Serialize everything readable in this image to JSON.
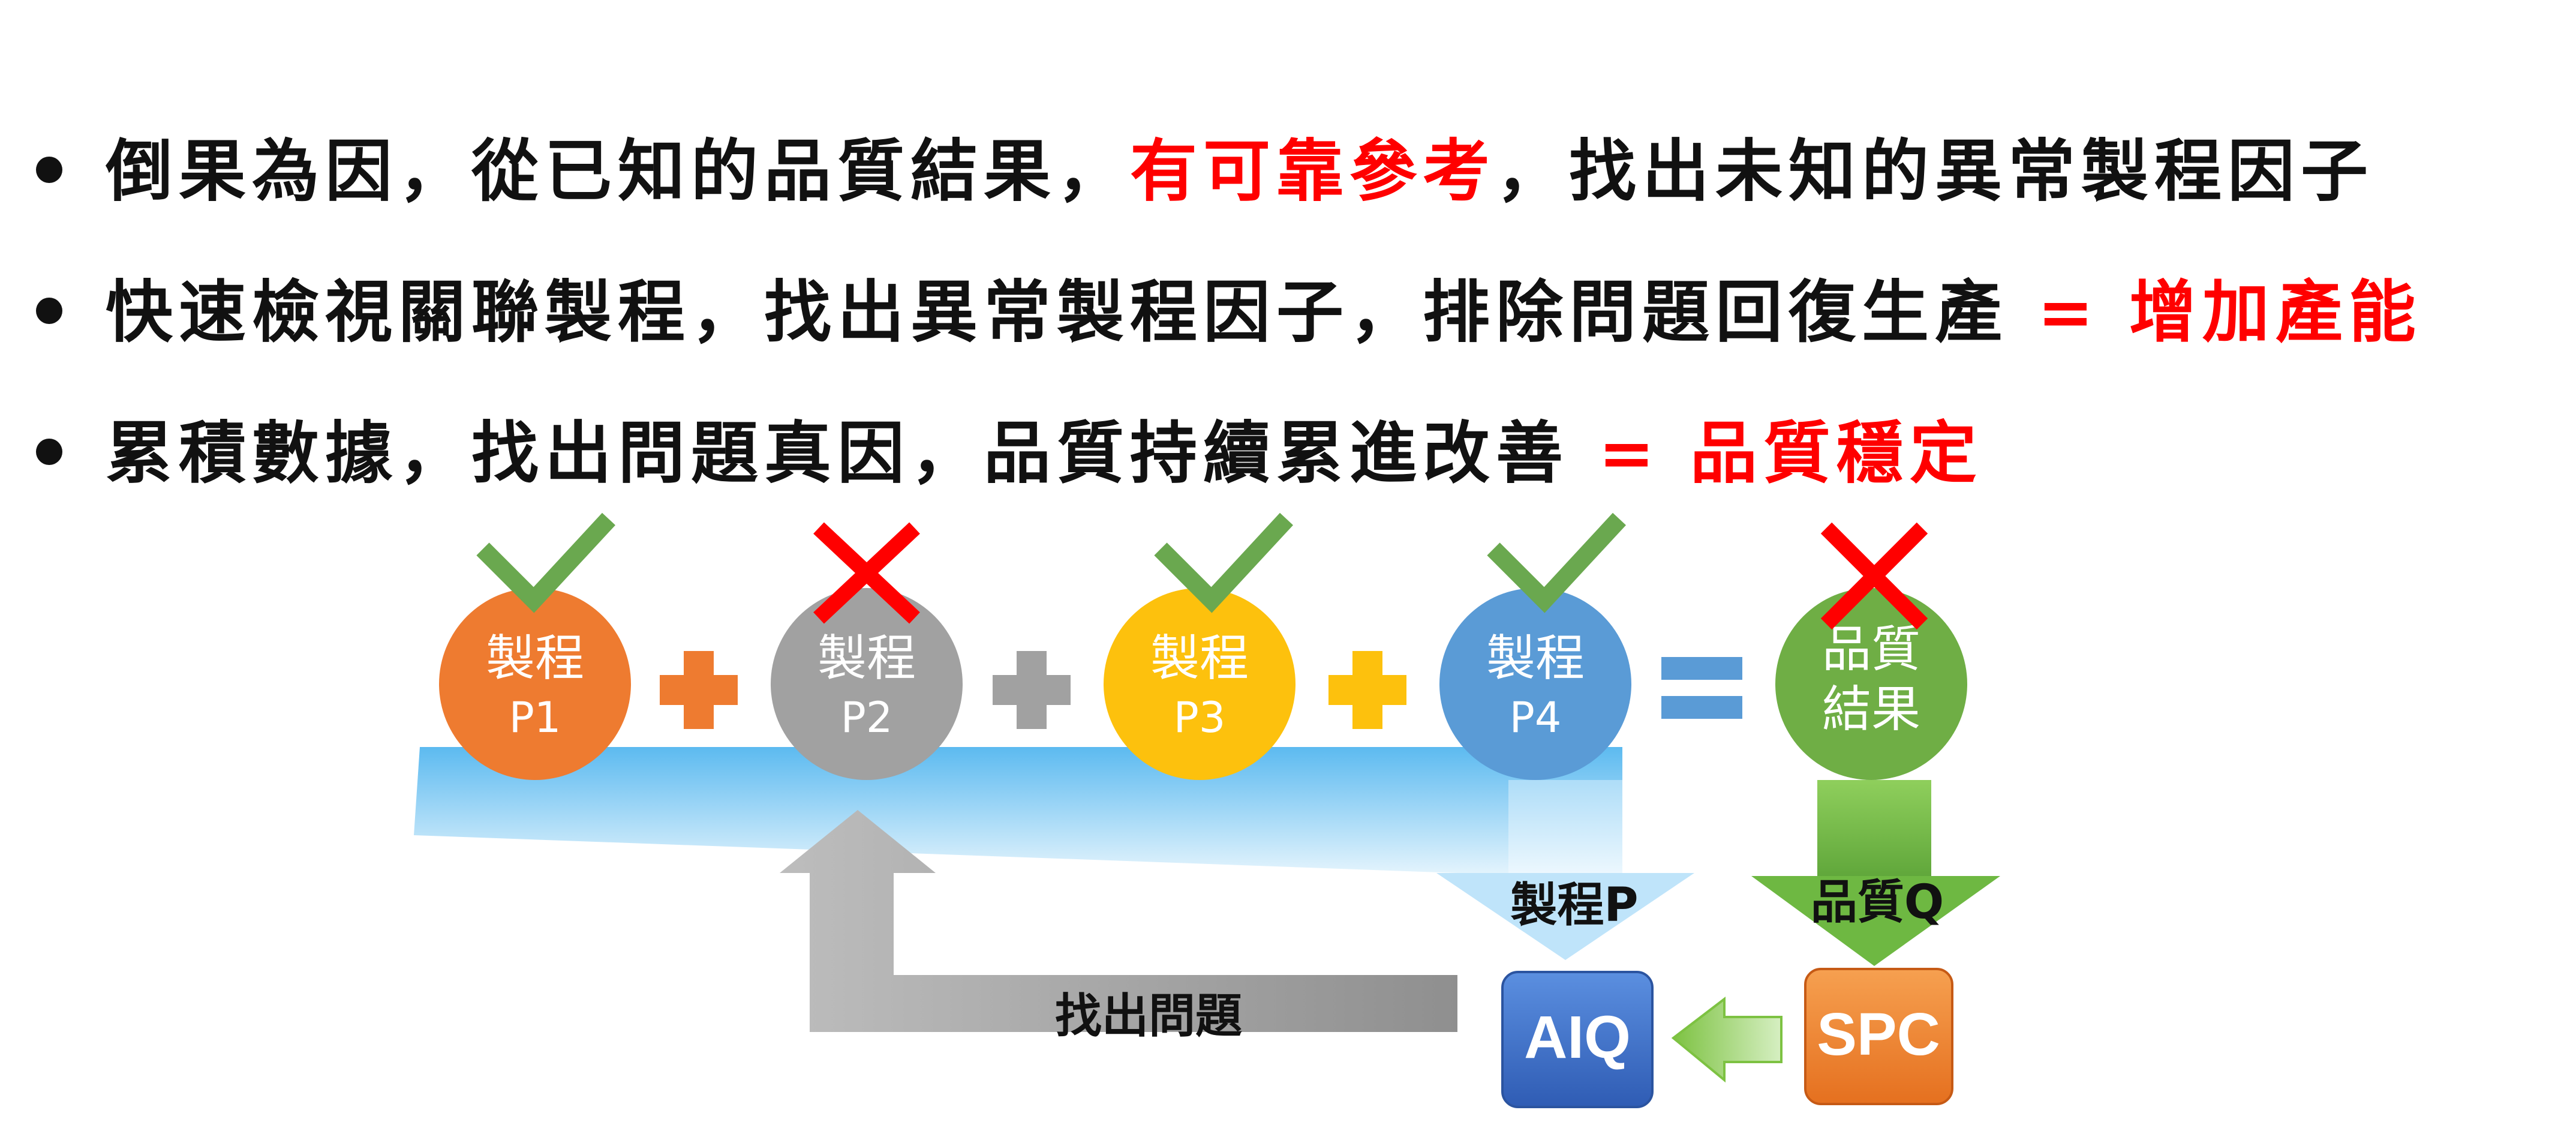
{
  "bullets": [
    {
      "segments": [
        {
          "text": "倒果為因，從已知的品質結果，",
          "color": "#111111"
        },
        {
          "text": "有可靠參考",
          "color": "#ff0000"
        },
        {
          "text": "，找出未知的異常製程因子",
          "color": "#111111"
        }
      ]
    },
    {
      "segments": [
        {
          "text": "快速檢視關聯製程，找出異常製程因子，排除問題回復生產",
          "color": "#111111"
        },
        {
          "text": " = 增加產能",
          "color": "#ff0000"
        }
      ]
    },
    {
      "segments": [
        {
          "text": "累積數據，找出問題真因，品質持續累進改善",
          "color": "#111111"
        },
        {
          "text": " = 品質穩定",
          "color": "#ff0000"
        }
      ]
    }
  ],
  "diagram": {
    "nodes": [
      {
        "line1": "製程",
        "line2": "P1",
        "color": "#ee7b30",
        "mark": "check"
      },
      {
        "line1": "製程",
        "line2": "P2",
        "color": "#a1a1a1",
        "mark": "cross"
      },
      {
        "line1": "製程",
        "line2": "P3",
        "color": "#fdc10d",
        "mark": "check"
      },
      {
        "line1": "製程",
        "line2": "P4",
        "color": "#5a9bd6",
        "mark": "check"
      },
      {
        "line1": "品質",
        "line2": "結果",
        "color": "#6fae45",
        "mark": "cross"
      }
    ],
    "operators": [
      {
        "symbol": "+",
        "color": "#ee7b30"
      },
      {
        "symbol": "+",
        "color": "#a1a1a1"
      },
      {
        "symbol": "+",
        "color": "#fdc10d"
      },
      {
        "symbol": "=",
        "color": "#5a9bd6"
      }
    ],
    "process_label": "製程P",
    "quality_label": "品質Q",
    "aiq_label": "AIQ",
    "spc_label": "SPC",
    "find_problem_label": "找出問題",
    "colors": {
      "check": "#6aa84f",
      "cross": "#ff0000",
      "aiq": "#4472c4",
      "spc": "#ed7d31",
      "band": "#6ec6f4",
      "green_arrow": "#8fcf5c",
      "gray_arrow": "#a6a6a6"
    }
  }
}
